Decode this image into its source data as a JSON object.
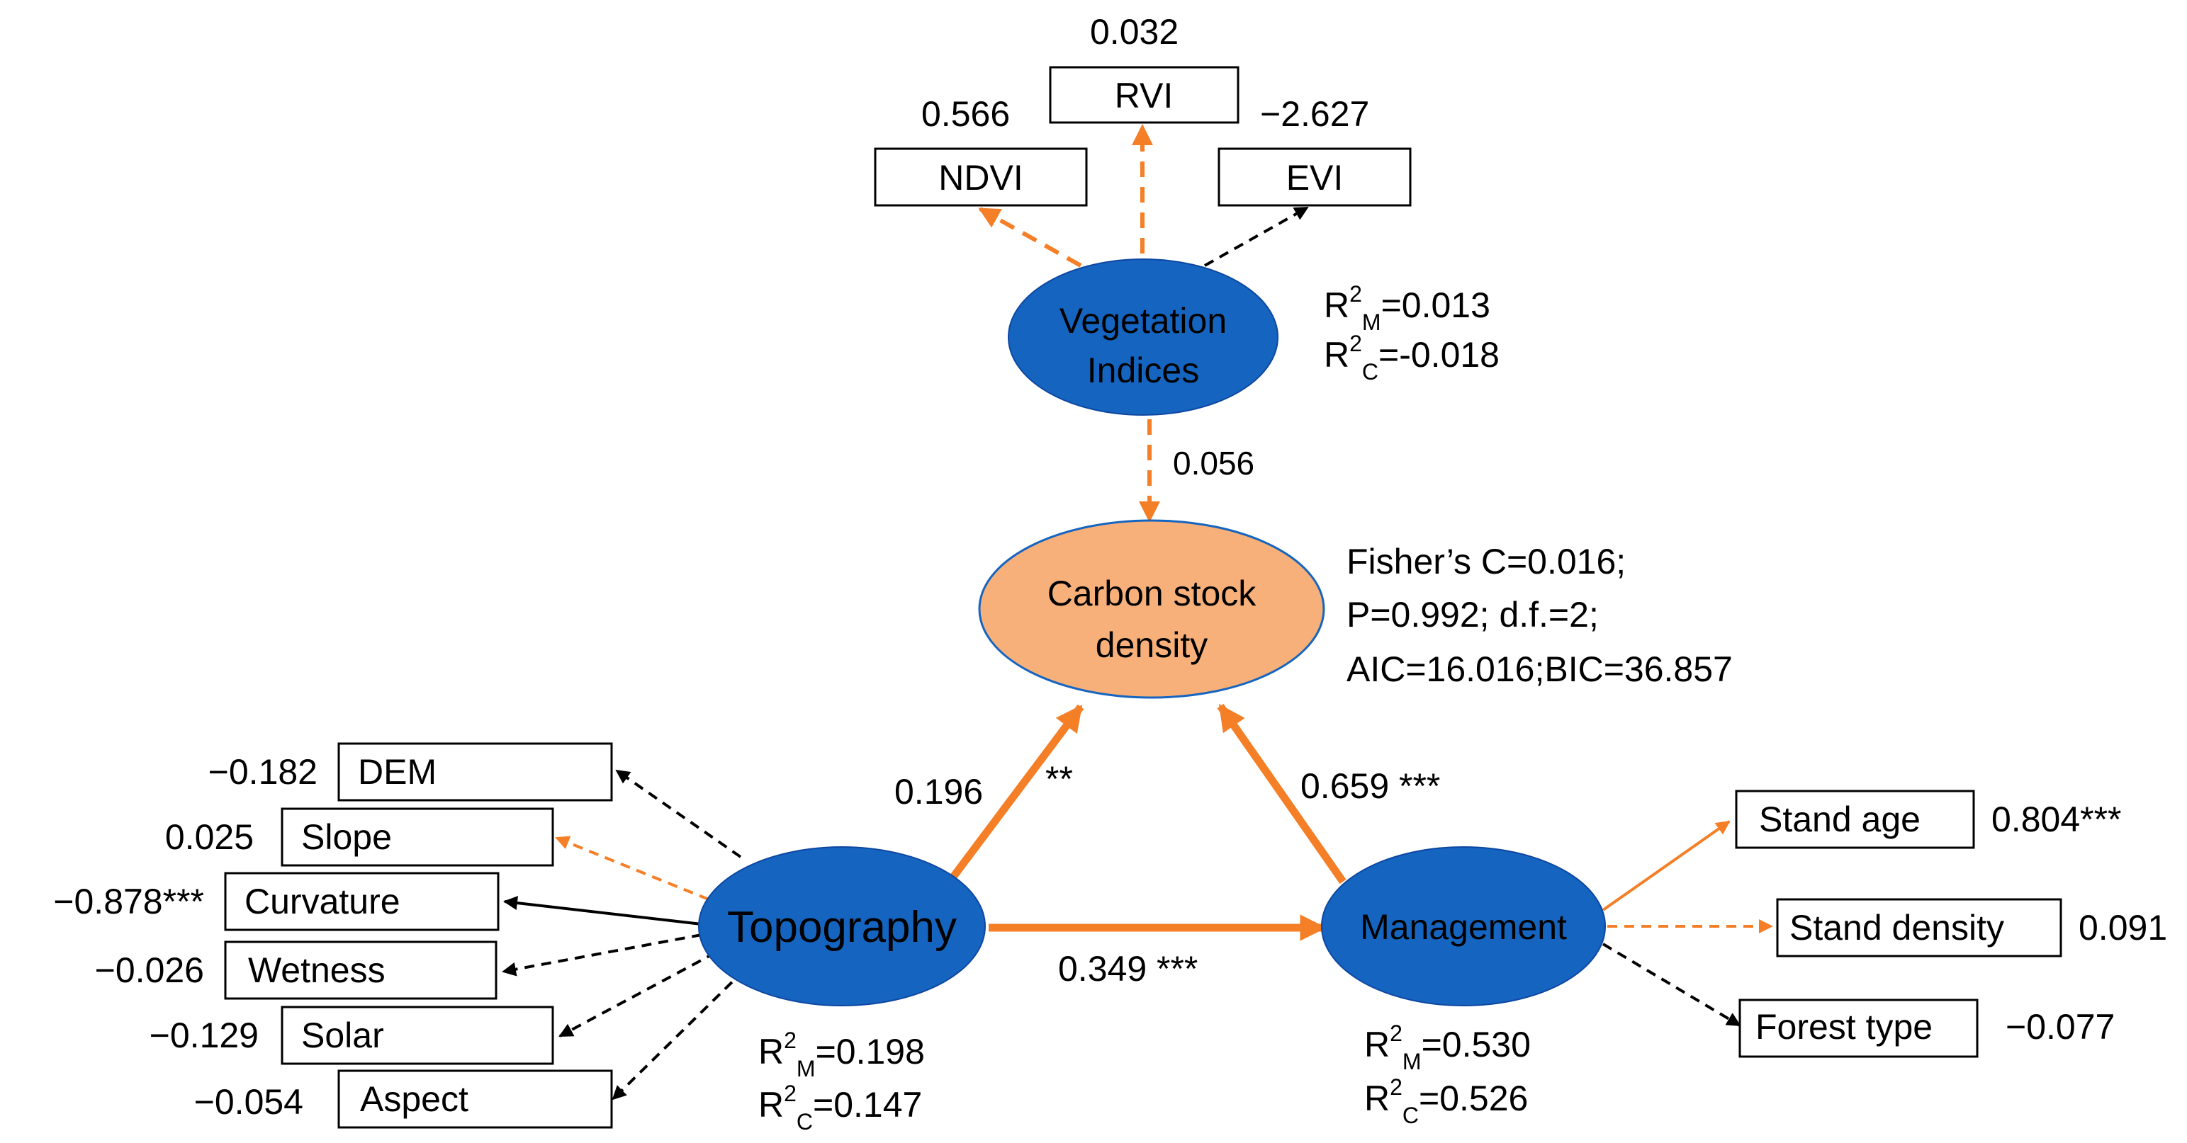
{
  "colors": {
    "latent_node": "#1565C0",
    "response_node": "#F8B07A",
    "positive_path": "#F47F27",
    "negative_path": "#000000"
  },
  "nodes": {
    "vegetation": {
      "line1": "Vegetation",
      "line2": "Indices"
    },
    "carbon": {
      "line1": "Carbon stock",
      "line2": "density"
    },
    "topography": {
      "label": "Topography"
    },
    "management": {
      "label": "Management"
    }
  },
  "indicators": {
    "ndvi": {
      "label": "NDVI",
      "value": "0.566"
    },
    "rvi": {
      "label": "RVI",
      "value": "0.032"
    },
    "evi": {
      "label": "EVI",
      "value": "−2.627"
    },
    "dem": {
      "label": "DEM",
      "value": "−0.182"
    },
    "slope": {
      "label": "Slope",
      "value": "0.025"
    },
    "curvature": {
      "label": "Curvature",
      "value": "−0.878***"
    },
    "wetness": {
      "label": "Wetness",
      "value": "−0.026"
    },
    "solar": {
      "label": "Solar",
      "value": "−0.129"
    },
    "aspect": {
      "label": "Aspect",
      "value": "−0.054"
    },
    "stand_age": {
      "label": "Stand age",
      "value": "0.804***"
    },
    "stand_density": {
      "label": "Stand density",
      "value": "0.091"
    },
    "forest_type": {
      "label": "Forest type",
      "value": "−0.077"
    }
  },
  "paths": {
    "veg_to_carbon": "0.056",
    "topo_to_carbon": "0.196",
    "topo_to_carbon_sig": "**",
    "mgmt_to_carbon": "0.659 ***",
    "topo_to_mgmt": "0.349 ***"
  },
  "r2": {
    "vegetation": {
      "r": "R",
      "sup": "2",
      "m_sub": "M",
      "c_sub": "C",
      "m_val": "=0.013",
      "c_val": "=-0.018"
    },
    "topography": {
      "r": "R",
      "sup": "2",
      "m_sub": "M",
      "c_sub": "C",
      "m_val": "=0.198",
      "c_val": "=0.147"
    },
    "management": {
      "r": "R",
      "sup": "2",
      "m_sub": "M",
      "c_sub": "C",
      "m_val": "=0.530",
      "c_val": "=0.526"
    }
  },
  "fit": {
    "line1": "Fisher’s C=0.016;",
    "line2": "P=0.992; d.f.=2;",
    "line3": "AIC=16.016;BIC=36.857"
  }
}
